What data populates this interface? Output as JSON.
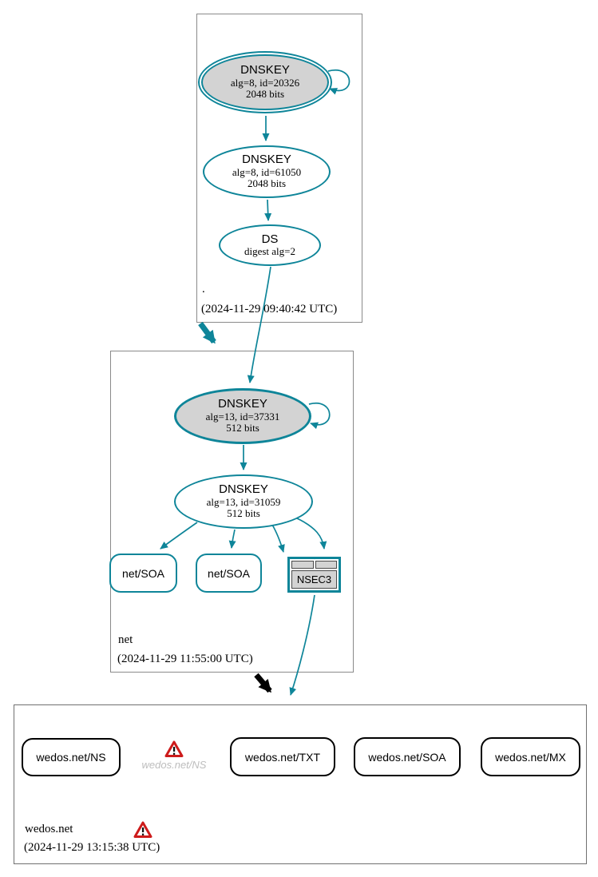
{
  "colors": {
    "secure_teal": "#0e8599",
    "insecure_black": "#000000",
    "warning_red": "#cd1b1b",
    "node_fill_gray": "#d3d3d3",
    "zone_border_gray": "#8a8a8a",
    "ghost_text_gray": "#bdbdbd"
  },
  "icons": {
    "warning": "triangle-exclamation"
  },
  "zones": {
    "root": {
      "label": ".",
      "timestamp": "(2024-11-29 09:40:42 UTC)",
      "ksk": {
        "title": "DNSKEY",
        "detail1": "alg=8, id=20326",
        "detail2": "2048 bits"
      },
      "zsk": {
        "title": "DNSKEY",
        "detail1": "alg=8, id=61050",
        "detail2": "2048 bits"
      },
      "ds": {
        "title": "DS",
        "detail1": "digest alg=2"
      }
    },
    "net": {
      "label": "net",
      "timestamp": "(2024-11-29 11:55:00 UTC)",
      "ksk": {
        "title": "DNSKEY",
        "detail1": "alg=13, id=37331",
        "detail2": "512 bits"
      },
      "zsk": {
        "title": "DNSKEY",
        "detail1": "alg=13, id=31059",
        "detail2": "512 bits"
      },
      "soa1": {
        "label": "net/SOA"
      },
      "soa2": {
        "label": "net/SOA"
      },
      "nsec3": {
        "label": "NSEC3"
      }
    },
    "wedos": {
      "label": "wedos.net",
      "timestamp": "(2024-11-29 13:15:38 UTC)",
      "ns": {
        "label": "wedos.net/NS"
      },
      "ns_error": {
        "label": "wedos.net/NS"
      },
      "txt": {
        "label": "wedos.net/TXT"
      },
      "soa": {
        "label": "wedos.net/SOA"
      },
      "mx": {
        "label": "wedos.net/MX"
      }
    }
  }
}
